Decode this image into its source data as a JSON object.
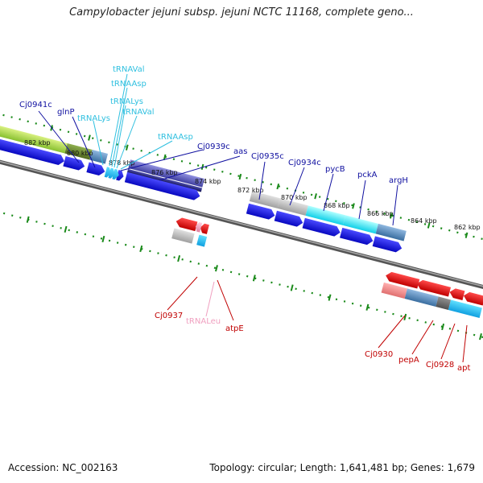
{
  "header": {
    "title": "Campylobacter jejuni subsp. jejuni NCTC 11168, complete geno..."
  },
  "footer": {
    "accession": "Accession: NC_002163",
    "summary": "Topology: circular; Length: 1,641,481 bp; Genes: 1,679"
  },
  "colors": {
    "forward_label": "#1010a0",
    "rna_label": "#30c0e0",
    "reverse_label": "#c00000",
    "reverse_rna_label": "#f0a0c0",
    "forward_feature": "#1010e0",
    "reverse_feature": "#e00000",
    "dots": "#1a8a1a",
    "backbone": "#555555"
  },
  "kbp_ticks": [
    "882 kbp",
    "880 kbp",
    "878 kbp",
    "876 kbp",
    "874 kbp",
    "872 kbp",
    "870 kbp",
    "868 kbp",
    "866 kbp",
    "864 kbp",
    "862 kbp"
  ],
  "forward_labels": [
    "Cj0941c",
    "glnP",
    "Cj0939c",
    "aas",
    "Cj0935c",
    "Cj0934c",
    "pycB",
    "pckA",
    "argH"
  ],
  "rna_labels": [
    "tRNALys",
    "tRNAVal",
    "tRNAAsp",
    "tRNALys",
    "tRNAVal",
    "tRNAAsp"
  ],
  "reverse_labels": [
    "Cj0937",
    "atpE",
    "Cj0930",
    "pepA",
    "Cj0928",
    "apt"
  ],
  "reverse_rna_labels": [
    "tRNALeu"
  ]
}
